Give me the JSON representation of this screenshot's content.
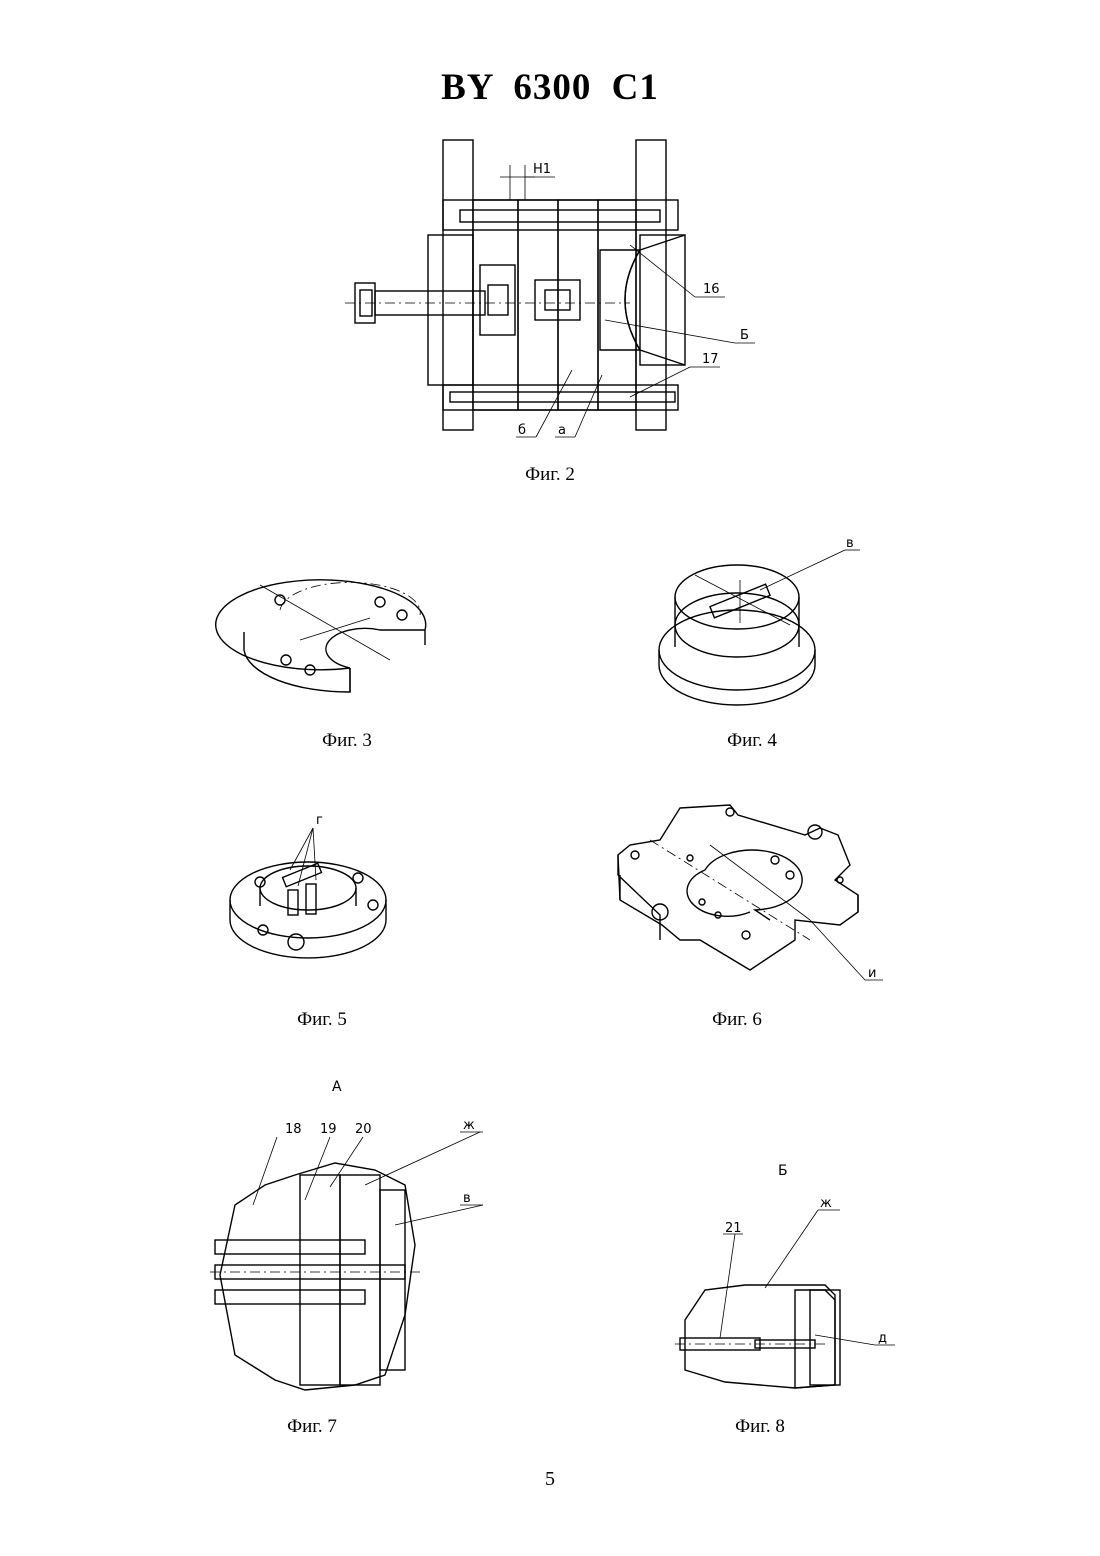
{
  "header": {
    "title": "BY 6300 C1"
  },
  "figures": [
    {
      "caption": "Фиг. 2",
      "labels": [
        "H1",
        "16",
        "Б",
        "17",
        "б",
        "а"
      ]
    },
    {
      "caption": "Фиг. 3",
      "labels": []
    },
    {
      "caption": "Фиг. 4",
      "labels": [
        "в"
      ]
    },
    {
      "caption": "Фиг. 5",
      "labels": [
        "г"
      ]
    },
    {
      "caption": "Фиг. 6",
      "labels": [
        "и"
      ]
    },
    {
      "caption": "Фиг. 7",
      "view": "А",
      "labels": [
        "18",
        "19",
        "20",
        "ж",
        "в"
      ]
    },
    {
      "caption": "Фиг. 8",
      "view": "Б",
      "labels": [
        "21",
        "ж",
        "д"
      ]
    }
  ],
  "footer": {
    "page_number": "5"
  }
}
